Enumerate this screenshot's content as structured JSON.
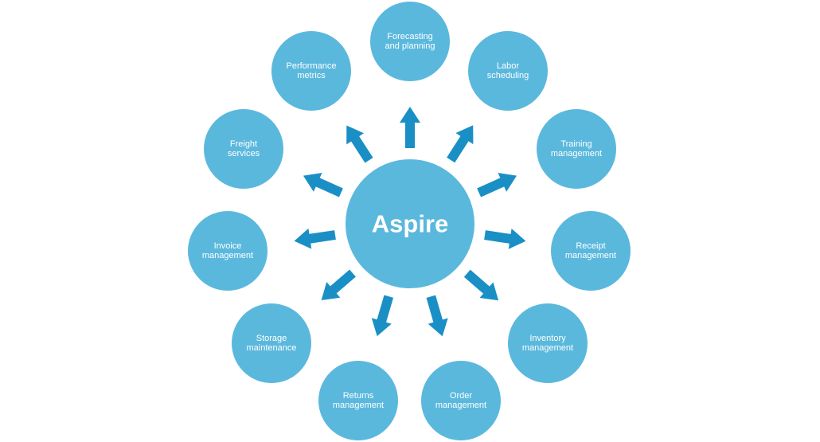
{
  "colors": {
    "circle_fill": "#5bb8dd",
    "arrow_fill": "#1a8fc6",
    "text": "#ffffff",
    "background": "#ffffff"
  },
  "center": {
    "label": "Aspire"
  },
  "nodes": [
    {
      "lines": [
        "Forecasting",
        "and planning"
      ]
    },
    {
      "lines": [
        "Labor",
        "scheduling"
      ]
    },
    {
      "lines": [
        "Training",
        "management"
      ]
    },
    {
      "lines": [
        "Receipt",
        "management"
      ]
    },
    {
      "lines": [
        "Inventory",
        "management"
      ]
    },
    {
      "lines": [
        "Order",
        "management"
      ]
    },
    {
      "lines": [
        "Returns",
        "management"
      ]
    },
    {
      "lines": [
        "Storage",
        "maintenance"
      ]
    },
    {
      "lines": [
        "Invoice",
        "management"
      ]
    },
    {
      "lines": [
        "Freight",
        "services"
      ]
    },
    {
      "lines": [
        "Performance",
        "metrics"
      ]
    }
  ]
}
